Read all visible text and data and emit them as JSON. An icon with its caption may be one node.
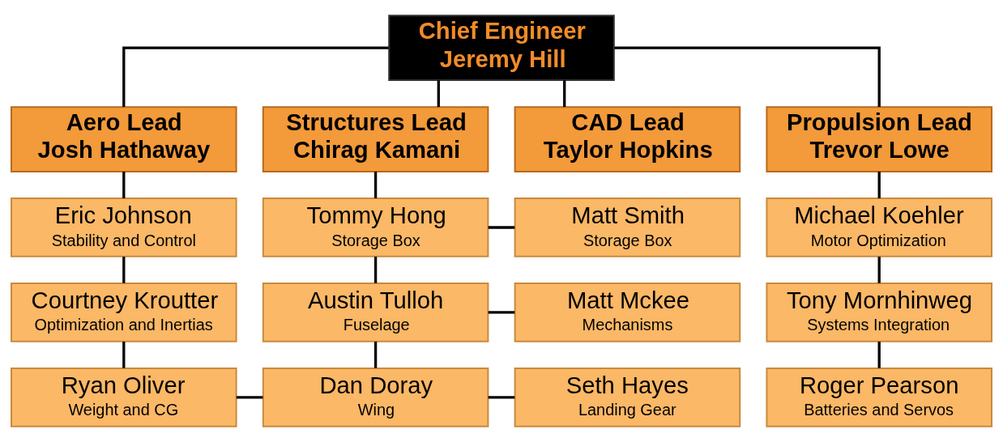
{
  "diagram": {
    "nodes": [
      {
        "text": [
          "Chief Engineer",
          "Jeremy Hill"
        ]
      },
      {
        "text": [
          "Aero Lead",
          "Josh Hathaway"
        ]
      },
      {
        "text": [
          "Structures Lead",
          "Chirag Kamani"
        ]
      },
      {
        "text": [
          "CAD Lead",
          "Taylor Hopkins"
        ]
      },
      {
        "text": [
          "Propulsion Lead",
          "Trevor Lowe"
        ]
      },
      {
        "text": [
          "Eric Johnson",
          "Stability and Control"
        ]
      },
      {
        "text": [
          "Tommy Hong",
          "Storage Box"
        ]
      },
      {
        "text": [
          "Matt Smith",
          "Storage Box"
        ]
      },
      {
        "text": [
          "Michael Koehler",
          "Motor Optimization"
        ]
      },
      {
        "text": [
          "Courtney Kroutter",
          "Optimization and Inertias"
        ]
      },
      {
        "text": [
          "Austin Tulloh",
          "Fuselage"
        ]
      },
      {
        "text": [
          "Matt Mckee",
          "Mechanisms"
        ]
      },
      {
        "text": [
          "Tony Mornhinweg",
          "Systems Integration"
        ]
      },
      {
        "text": [
          "Ryan Oliver",
          "Weight and CG"
        ]
      },
      {
        "text": [
          "Dan Doray",
          "Wing"
        ]
      },
      {
        "text": [
          "Seth Hayes",
          "Landing Gear"
        ]
      },
      {
        "text": [
          "Roger Pearson",
          "Batteries and Servos"
        ]
      }
    ],
    "edges": [
      {
        "from": 0,
        "to": 1,
        "arrow": "none"
      },
      {
        "from": 0,
        "to": 2,
        "arrow": "none"
      },
      {
        "from": 0,
        "to": 3,
        "arrow": "none"
      },
      {
        "from": 0,
        "to": 4,
        "arrow": "none"
      },
      {
        "from": 1,
        "to": 5,
        "arrow": "none"
      },
      {
        "from": 5,
        "to": 9,
        "arrow": "none"
      },
      {
        "from": 9,
        "to": 13,
        "arrow": "none"
      },
      {
        "from": 2,
        "to": 6,
        "arrow": "none"
      },
      {
        "from": 6,
        "to": 10,
        "arrow": "none"
      },
      {
        "from": 10,
        "to": 14,
        "arrow": "none"
      },
      {
        "from": 6,
        "to": 7,
        "arrow": "none"
      },
      {
        "from": 10,
        "to": 11,
        "arrow": "none"
      },
      {
        "from": 13,
        "to": 14,
        "arrow": "none"
      },
      {
        "from": 14,
        "to": 15,
        "arrow": "none"
      },
      {
        "from": 4,
        "to": 8,
        "arrow": "none"
      },
      {
        "from": 8,
        "to": 12,
        "arrow": "none"
      },
      {
        "from": 12,
        "to": 16,
        "arrow": "none"
      }
    ]
  }
}
